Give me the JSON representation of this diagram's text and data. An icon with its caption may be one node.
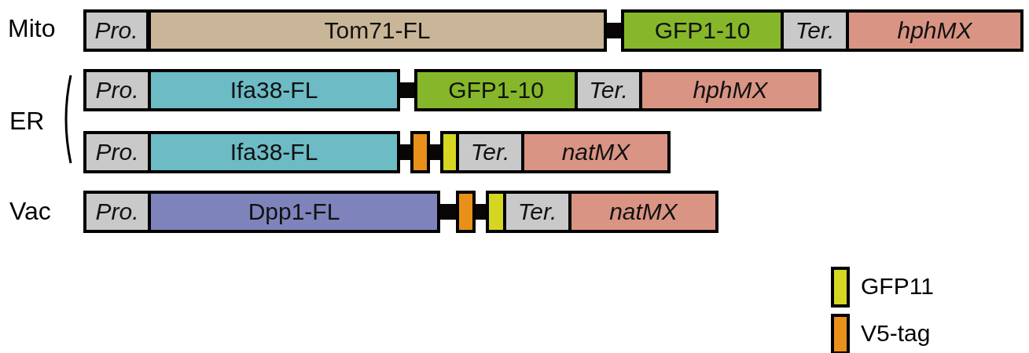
{
  "diagram": {
    "nodes": [
      {
        "text": [
          "Pro."
        ]
      },
      {
        "text": [
          "Tom71-FL"
        ]
      },
      {
        "text": [],
        "shape": "bar"
      },
      {
        "text": [
          "GFP1-10"
        ]
      },
      {
        "text": [
          "Ter."
        ]
      },
      {
        "text": [
          "hphMX"
        ]
      },
      {
        "text": [
          "Pro."
        ]
      },
      {
        "text": [
          "Ifa38-FL"
        ]
      },
      {
        "text": [],
        "shape": "bar"
      },
      {
        "text": [
          "GFP1-10"
        ]
      },
      {
        "text": [
          "Ter."
        ]
      },
      {
        "text": [
          "hphMX"
        ]
      },
      {
        "text": [
          "Pro."
        ]
      },
      {
        "text": [
          "Ifa38-FL"
        ]
      },
      {
        "text": [],
        "shape": "bar"
      },
      {
        "text": [],
        "shape": "box"
      },
      {
        "text": [],
        "shape": "bar"
      },
      {
        "text": [],
        "shape": "box"
      },
      {
        "text": [
          "Ter."
        ]
      },
      {
        "text": [
          "natMX"
        ]
      },
      {
        "text": [
          "Pro."
        ]
      },
      {
        "text": [
          "Dpp1-FL"
        ]
      },
      {
        "text": [],
        "shape": "bar"
      },
      {
        "text": [],
        "shape": "box"
      },
      {
        "text": [],
        "shape": "bar"
      },
      {
        "text": [],
        "shape": "box"
      },
      {
        "text": [
          "Ter."
        ]
      },
      {
        "text": [
          "natMX"
        ]
      }
    ],
    "labels": [
      "Mito",
      "ER",
      "Vac"
    ],
    "legend": [
      {
        "text": "GFP11",
        "color": "#d4d622"
      },
      {
        "text": "V5-tag",
        "color": "#e8901a"
      }
    ]
  }
}
